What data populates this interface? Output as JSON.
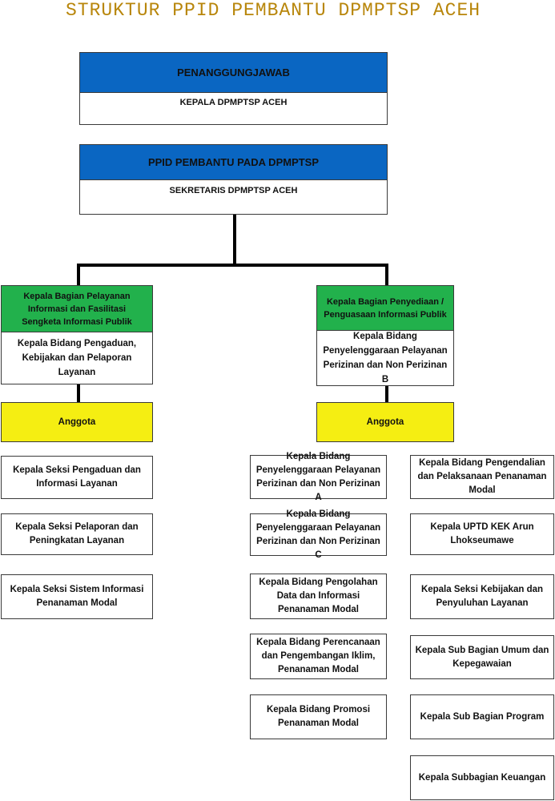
{
  "title": "STRUKTUR PPID PEMBANTU DPMPTSP ACEH",
  "colors": {
    "title": "#b8860b",
    "blue": "#0a66c2",
    "green": "#22b14c",
    "yellow": "#f5ee12"
  },
  "top": {
    "heading": "PENANGGUNGJAWAB",
    "body": "KEPALA DPMPTSP ACEH"
  },
  "ppid": {
    "heading": "PPID PEMBANTU PADA DPMPTSP",
    "body": "SEKRETARIS DPMPTSP ACEH"
  },
  "left_branch": {
    "heading": "Kepala Bagian Pelayanan Informasi dan Fasilitasi Sengketa Informasi Publik",
    "body": "Kepala Bidang Pengaduan, Kebijakan dan Pelaporan Layanan",
    "member_label": "Anggota",
    "members": [
      "Kepala Seksi Pengaduan dan Informasi Layanan",
      "Kepala Seksi Pelaporan dan Peningkatan Layanan",
      "Kepala Seksi Sistem Informasi Penanaman Modal"
    ]
  },
  "right_branch": {
    "heading": "Kepala Bagian Penyediaan / Penguasaan Informasi Publik",
    "body": "Kepala Bidang Penyelenggaraan Pelayanan Perizinan dan Non Perizinan B",
    "member_label": "Anggota",
    "members_col1": [
      "Kepala Bidang Penyelenggaraan Pelayanan Perizinan dan Non Perizinan A",
      "Kepala Bidang Penyelenggaraan Pelayanan Perizinan dan Non Perizinan C",
      "Kepala Bidang Pengolahan Data dan Informasi Penanaman Modal",
      "Kepala Bidang Perencanaan dan Pengembangan Iklim, Penanaman Modal",
      "Kepala Bidang Promosi Penanaman Modal"
    ],
    "members_col2": [
      "Kepala Bidang Pengendalian dan Pelaksanaan Penanaman Modal",
      "Kepala UPTD KEK Arun Lhokseumawe",
      "Kepala Seksi Kebijakan dan Penyuluhan Layanan",
      "Kepala Sub Bagian Umum dan Kepegawaian",
      "Kepala Sub Bagian Program",
      "Kepala Subbagian Keuangan"
    ]
  }
}
